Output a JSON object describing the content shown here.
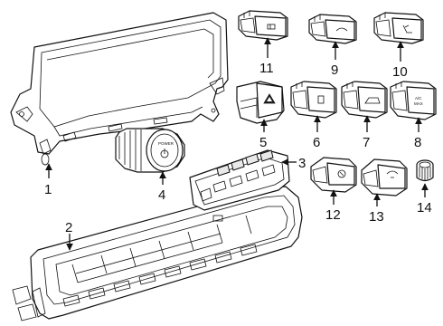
{
  "callouts": {
    "c1": "1",
    "c2": "2",
    "c3": "3",
    "c4": "4",
    "c5": "5",
    "c6": "6",
    "c7": "7",
    "c8": "8",
    "c9": "9",
    "c10": "10",
    "c11": "11",
    "c12": "12",
    "c13": "13",
    "c14": "14"
  },
  "labels": {
    "power_button_text": "POWER",
    "ac_button_line1": "A/C",
    "ac_button_line2": "MAX"
  }
}
